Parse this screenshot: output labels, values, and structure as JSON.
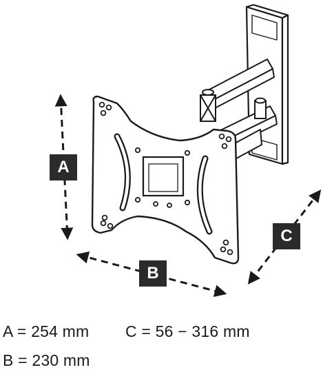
{
  "labels": {
    "a": "A",
    "b": "B",
    "c": "C"
  },
  "dimensions": {
    "a": "A = 254 mm",
    "b": "B = 230 mm",
    "c": "C = 56 − 316 mm"
  },
  "colors": {
    "ink": "#1a1a1a",
    "label_bg": "#2b2b2b",
    "label_text": "#ffffff"
  }
}
